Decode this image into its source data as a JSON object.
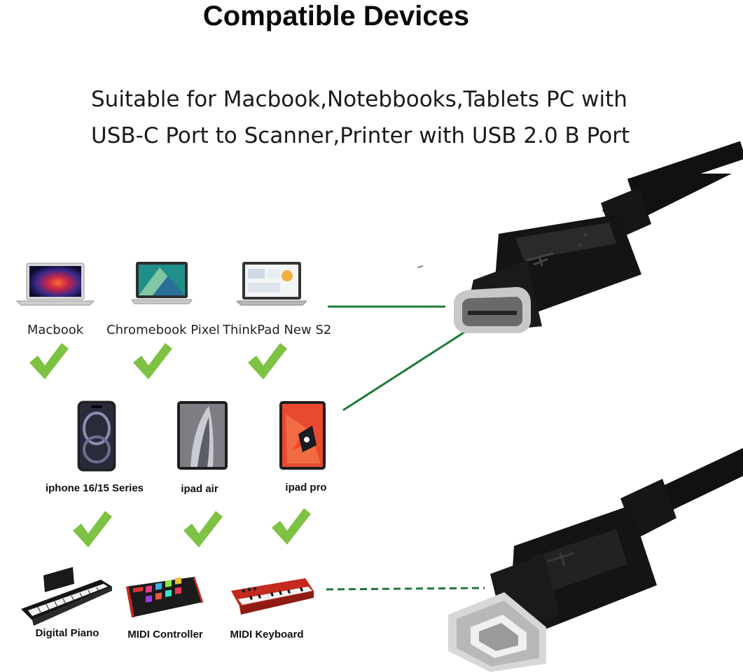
{
  "heading": {
    "title": "Compatible Devices",
    "line1": "Suitable for Macbook,Notebbooks,Tablets PC with",
    "line2": "USB-C Port to Scanner,Printer with USB 2.0 B Port"
  },
  "row1": [
    {
      "label": "Macbook",
      "icon": "laptop-icon"
    },
    {
      "label": "Chromebook Pixel",
      "icon": "laptop-icon"
    },
    {
      "label": "ThinkPad New S2",
      "icon": "laptop-icon"
    }
  ],
  "row2": [
    {
      "label": "iphone 16/15 Series",
      "icon": "phone-icon"
    },
    {
      "label": "ipad air",
      "icon": "tablet-icon"
    },
    {
      "label": "ipad pro",
      "icon": "tablet-icon"
    }
  ],
  "row3": [
    {
      "label": "Digital Piano",
      "icon": "piano-icon"
    },
    {
      "label": "MIDI Controller",
      "icon": "midi-pad-icon"
    },
    {
      "label": "MIDI Keyboard",
      "icon": "keyboard-icon"
    }
  ],
  "colors": {
    "check": "#7dc242",
    "connector_line": "#1e7a3a",
    "cable": "#111111"
  }
}
